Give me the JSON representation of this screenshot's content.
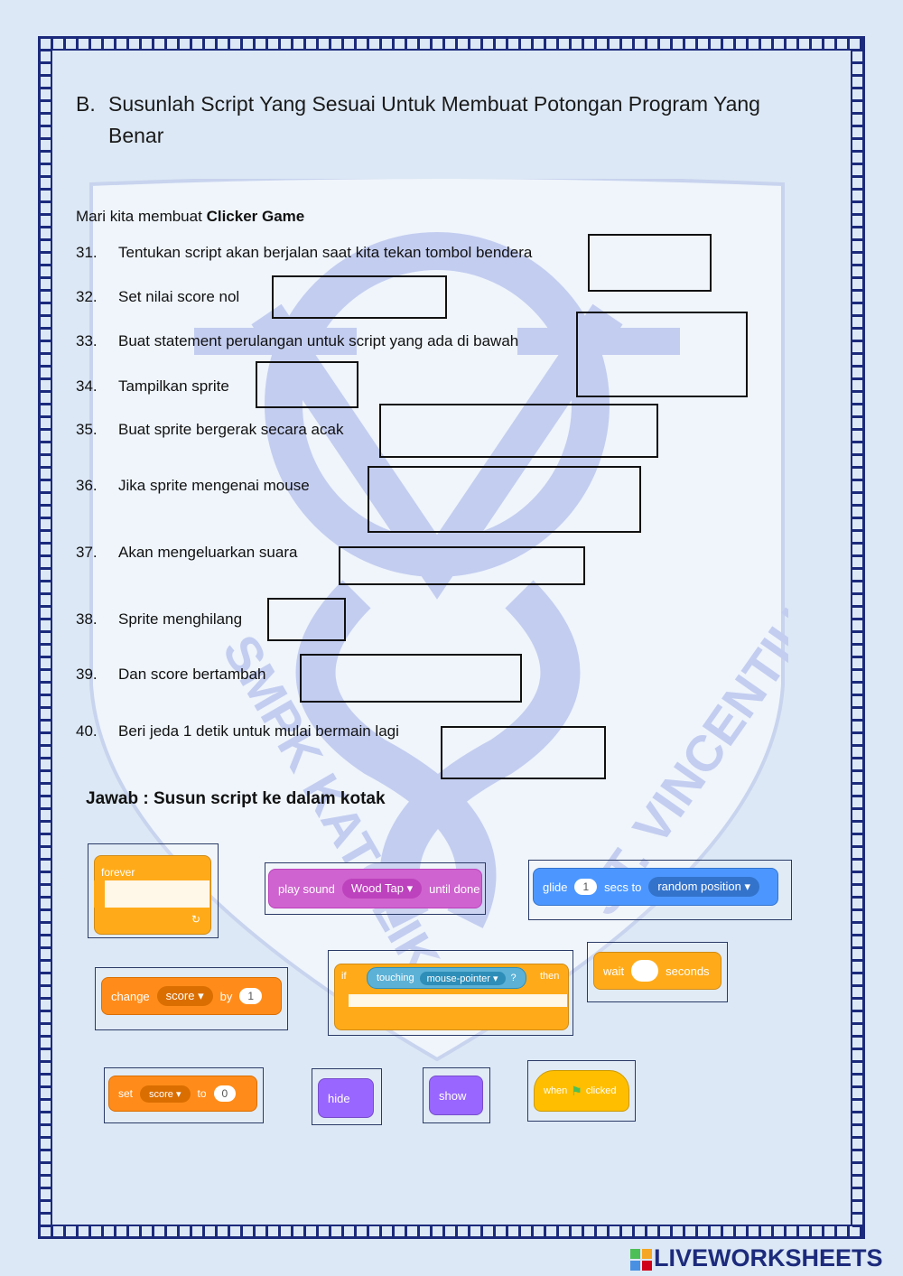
{
  "heading": {
    "letter": "B.",
    "line1": "Susunlah Script Yang Sesuai Untuk Membuat Potongan Program Yang",
    "line2": "Benar"
  },
  "intro": {
    "prefix": "Mari kita membuat",
    "bold": "Clicker Game"
  },
  "questions": [
    {
      "num": "31.",
      "text": "Tentukan script akan berjalan saat kita tekan tombol bendera"
    },
    {
      "num": "32.",
      "text": "Set nilai score nol"
    },
    {
      "num": "33.",
      "text": "Buat statement perulangan untuk script yang ada di bawah"
    },
    {
      "num": "34.",
      "text": "Tampilkan sprite"
    },
    {
      "num": "35.",
      "text": "Buat sprite bergerak secara acak"
    },
    {
      "num": "36.",
      "text": "Jika sprite mengenai mouse"
    },
    {
      "num": "37.",
      "text": "Akan mengeluarkan suara"
    },
    {
      "num": "38.",
      "text": "Sprite menghilang"
    },
    {
      "num": "39.",
      "text": "Dan score bertambah"
    },
    {
      "num": "40.",
      "text": "Beri jeda 1 detik untuk mulai bermain lagi"
    }
  ],
  "answer_title": "Jawab : Susun script ke dalam kotak",
  "blocks": {
    "forever": "forever",
    "play_sound": {
      "a": "play sound",
      "menu": "Wood Tap",
      "b": "until done"
    },
    "glide": {
      "a": "glide",
      "val": "1",
      "b": "secs to",
      "menu": "random position"
    },
    "change": {
      "a": "change",
      "menu": "score",
      "b": "by",
      "val": "1"
    },
    "if_touching": {
      "a": "if",
      "b": "touching",
      "menu": "mouse-pointer",
      "q": "?",
      "c": "then"
    },
    "wait": {
      "a": "wait",
      "b": "seconds"
    },
    "set": {
      "a": "set",
      "menu": "score",
      "b": "to",
      "val": "0"
    },
    "hide": "hide",
    "show": "show",
    "when_clicked": {
      "a": "when",
      "b": "clicked"
    }
  },
  "watermark": {
    "text_left": "SMPK KATOLIK",
    "text_right": "ST. VINCENTIUS"
  },
  "footer_logo": "LIVEWORKSHEETS",
  "colors": {
    "border": "#1c2a7c",
    "background": "#dce8f5",
    "orange": "#ffab19",
    "pink": "#cf63cf",
    "blue": "#4c97ff",
    "purple": "#9966ff"
  }
}
